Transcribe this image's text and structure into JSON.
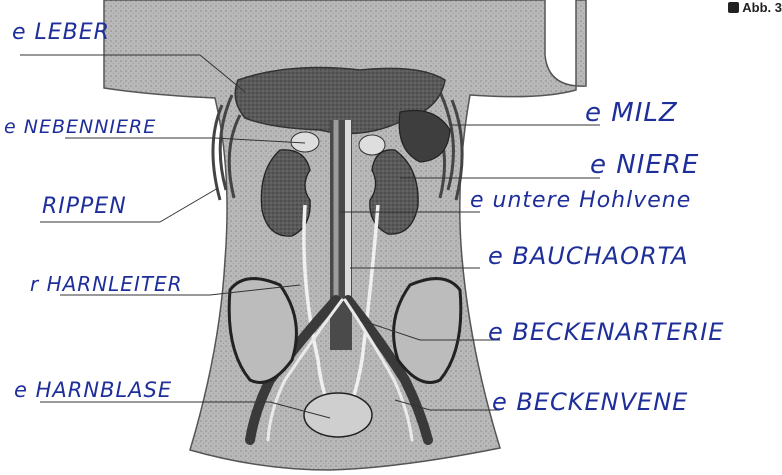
{
  "header": {
    "figure_ref": "Abb. 3"
  },
  "labels": {
    "leber": "e LEBER",
    "nebenniere": "e NEBENNIERE",
    "rippen": "RIPPEN",
    "harnleiter": "r HARNLEITER",
    "harnblase": "e HARNBLASE",
    "milz": "e MILZ",
    "niere": "e NIERE",
    "hohlvene": "e untere Hohlvene",
    "bauchaorta": "e BAUCHAORTA",
    "beckenarterie": "e BECKENARTERIE",
    "beckenvene": "e BECKENVENE"
  },
  "colors": {
    "ink": "#1f2f9a",
    "torso": "#b4b4b4",
    "organ_dark": "#4a4a4a",
    "organ_mid": "#6e6e6e"
  }
}
